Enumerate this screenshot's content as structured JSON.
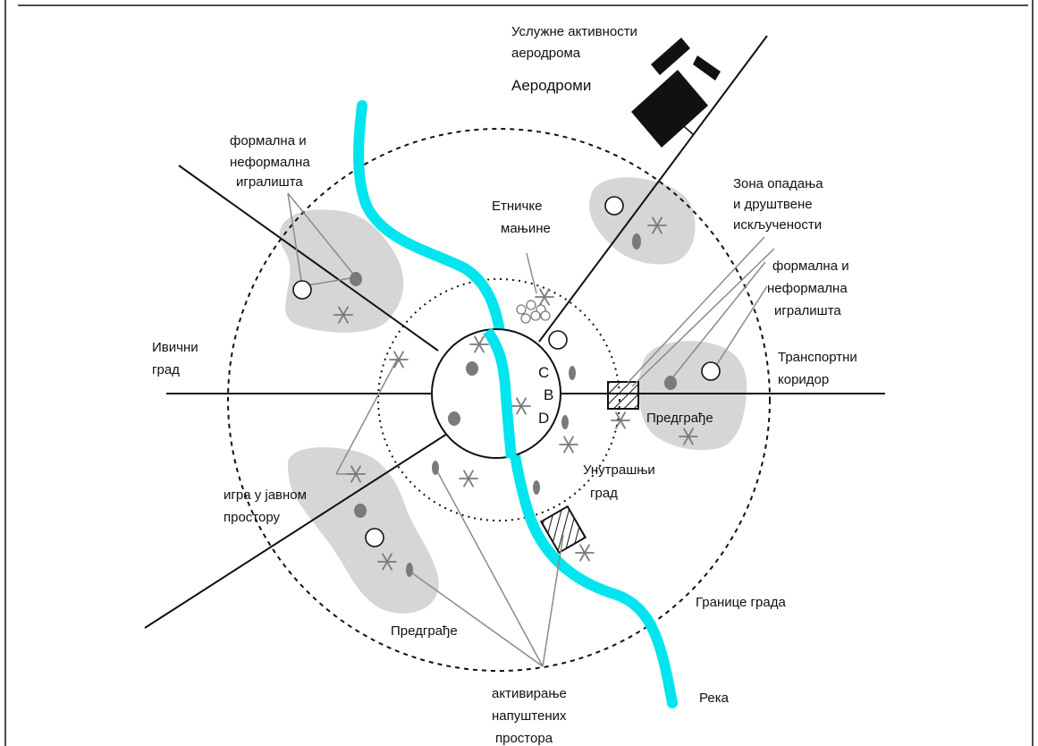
{
  "labels": {
    "airport_services_line1": "Услужне активности",
    "airport_services_line2": "аеродрома",
    "airports": "Аеродроми",
    "playgrounds_left_line1": "формална и",
    "playgrounds_left_line2": "неформална",
    "playgrounds_left_line3": "игралишта",
    "ethnic_line1": "Етничке",
    "ethnic_line2": "мањине",
    "decline_line1": "Зона опадања",
    "decline_line2": "и  друштвене",
    "decline_line3": "искључености",
    "playgrounds_right_line1": "формална и",
    "playgrounds_right_line2": "неформална",
    "playgrounds_right_line3": "игралишта",
    "edge_city_line1": "Ивични",
    "edge_city_line2": "град",
    "transport_line1": "Транспортни",
    "transport_line2": "коридор",
    "cbd_c": "C",
    "cbd_b": "B",
    "cbd_d": "D",
    "suburb_right": "Предграђе",
    "inner_city_line1": "Унутрашњи",
    "inner_city_line2": "град",
    "public_play_line1": "игра у јавном",
    "public_play_line2": "простору",
    "city_limits": "Границе града",
    "suburb_bottom": "Предграђе",
    "abandoned_line1": "активирање",
    "abandoned_line2": "напуштених",
    "abandoned_line3": "простора",
    "river": "Река"
  },
  "colors": {
    "river": "#00e5ee",
    "blob": "#d6d6d6",
    "marker": "#7a7a7a",
    "leader": "#8a8a8a",
    "ink": "#111111"
  },
  "icons": {
    "star": "asterisk-icon",
    "oval": "dark-oval-icon",
    "circle": "open-circle-icon",
    "hatch": "hatched-square-icon"
  }
}
